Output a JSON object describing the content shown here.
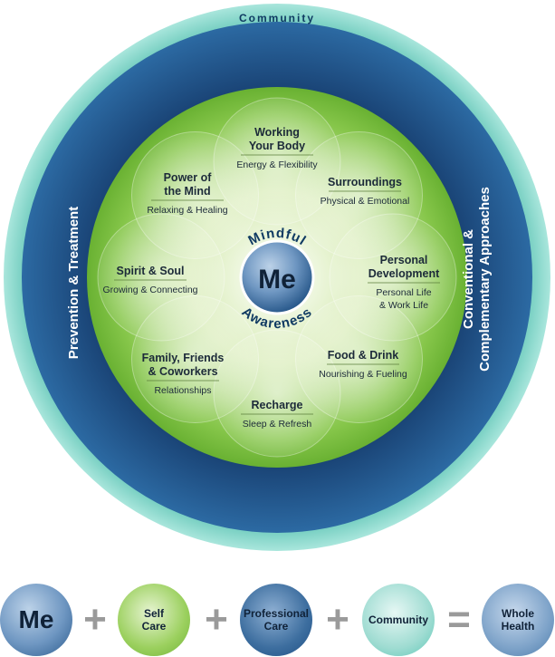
{
  "diagram": {
    "outer_ring_label": "Community",
    "left_ring_label": "Prevention & Treatment",
    "right_ring_label_line1": "Conventional &",
    "right_ring_label_line2": "Complementary Approaches",
    "center_label": "Me",
    "mindful_label": "Mindful",
    "awareness_label": "Awareness",
    "petals": [
      {
        "title1": "Working",
        "title2": "Your Body",
        "sub1": "Energy & Flexibility",
        "sub2": ""
      },
      {
        "title1": "Surroundings",
        "title2": "",
        "sub1": "Physical & Emotional",
        "sub2": ""
      },
      {
        "title1": "Personal",
        "title2": "Development",
        "sub1": "Personal Life",
        "sub2": "& Work Life"
      },
      {
        "title1": "Food & Drink",
        "title2": "",
        "sub1": "Nourishing & Fueling",
        "sub2": ""
      },
      {
        "title1": "Recharge",
        "title2": "",
        "sub1": "Sleep & Refresh",
        "sub2": ""
      },
      {
        "title1": "Family, Friends",
        "title2": "& Coworkers",
        "sub1": "Relationships",
        "sub2": ""
      },
      {
        "title1": "Spirit & Soul",
        "title2": "",
        "sub1": "Growing & Connecting",
        "sub2": ""
      },
      {
        "title1": "Power of",
        "title2": "the Mind",
        "sub1": "Relaxing & Healing",
        "sub2": ""
      }
    ],
    "colors": {
      "outer_ring": "#5cc7b6",
      "middle_ring": "#1e4f84",
      "green_disc": "#7cc142",
      "center_me": "#3a6a9c",
      "text_dark": "#1c2a39",
      "label_navy": "#0f3a62"
    }
  },
  "equation": {
    "me": "Me",
    "plus1": "+",
    "self_care_line1": "Self",
    "self_care_line2": "Care",
    "plus2": "+",
    "professional_line1": "Professional",
    "professional_line2": "Care",
    "plus3": "+",
    "community": "Community",
    "equals": "=",
    "whole_line1": "Whole",
    "whole_line2": "Health"
  }
}
